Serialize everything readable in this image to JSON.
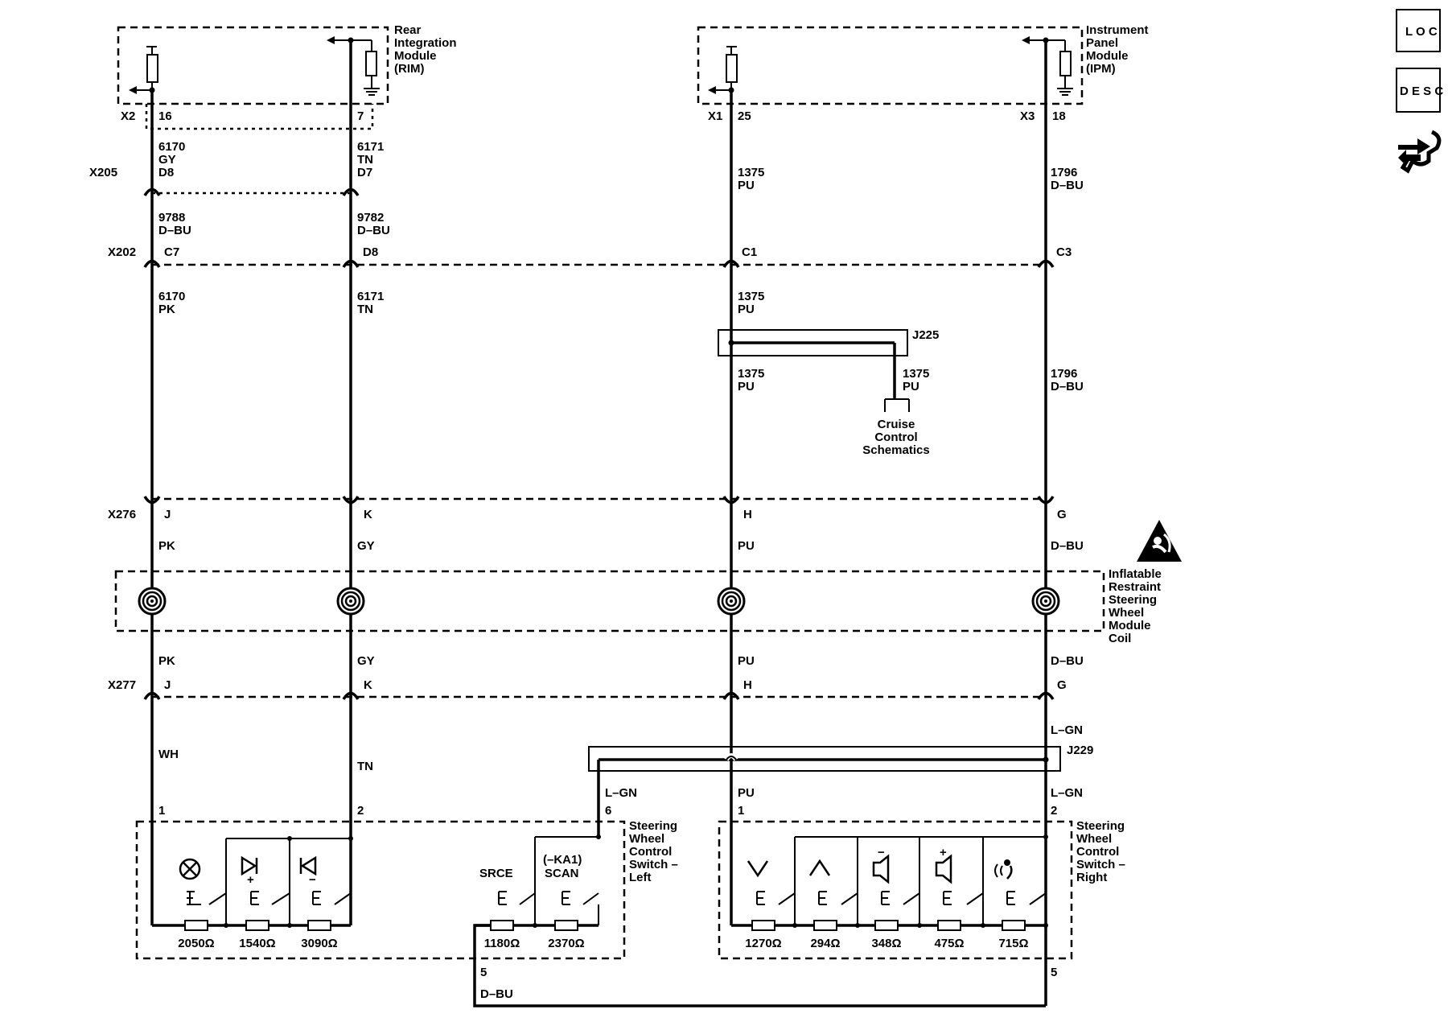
{
  "modules": {
    "rim": [
      "Rear",
      "Integration",
      "Module",
      "(RIM)"
    ],
    "ipm": [
      "Instrument",
      "Panel",
      "Module",
      "(IPM)"
    ],
    "coil": [
      "Inflatable",
      "Restraint",
      "Steering",
      "Wheel",
      "Module",
      "Coil"
    ],
    "sw_left": [
      "Steering",
      "Wheel",
      "Control",
      "Switch –",
      "Left"
    ],
    "sw_right": [
      "Steering",
      "Wheel",
      "Control",
      "Switch –",
      "Right"
    ],
    "cruise": [
      "Cruise",
      "Control",
      "Schematics"
    ]
  },
  "module_pins": {
    "rim_x2": "X2",
    "rim_16": "16",
    "rim_7": "7",
    "ipm_x1": "X1",
    "ipm_25": "25",
    "ipm_x3": "X3",
    "ipm_18": "18"
  },
  "connectors": {
    "x205": "X205",
    "x205_c1": "D8",
    "x205_c2": "D7",
    "x202": "X202",
    "x202_c1": "C7",
    "x202_c2": "D8",
    "x202_c3": "C1",
    "x202_c4": "C3",
    "x276": "X276",
    "x276_c1": "J",
    "x276_c2": "K",
    "x276_c3": "H",
    "x276_c4": "G",
    "x277": "X277",
    "x277_c1": "J",
    "x277_c2": "K",
    "x277_c3": "H",
    "x277_c4": "G"
  },
  "splices": {
    "j225": "J225",
    "j229": "J229"
  },
  "wires": {
    "c1a_n": "6170",
    "c1a_c": "GY",
    "c2a_n": "6171",
    "c2a_c": "TN",
    "c3a_n": "1375",
    "c3a_c": "PU",
    "c4a_n": "1796",
    "c4a_c": "D–BU",
    "c1b_n": "9788",
    "c1b_c": "D–BU",
    "c2b_n": "9782",
    "c2b_c": "D–BU",
    "c1c_n": "6170",
    "c1c_c": "PK",
    "c2c_n": "6171",
    "c2c_c": "TN",
    "c3c_n": "1375",
    "c3c_c": "PU",
    "c3d_n": "1375",
    "c3d_c": "PU",
    "cr_n": "1375",
    "cr_c": "PU",
    "c4d_n": "1796",
    "c4d_c": "D–BU",
    "c1e": "PK",
    "c2e": "GY",
    "c3e": "PU",
    "c4e": "D–BU",
    "c1f": "PK",
    "c2f": "GY",
    "c3f": "PU",
    "c4f": "D–BU",
    "c1g": "WH",
    "c2g": "TN",
    "c4g": "L–GN",
    "lgn": "L–GN",
    "pu": "PU",
    "lgn2": "L–GN",
    "dbu": "D–BU"
  },
  "pins": {
    "l1": "1",
    "l2": "2",
    "l6": "6",
    "l5": "5",
    "r1": "1",
    "r2": "2",
    "r5": "5"
  },
  "switches": {
    "srce": "SRCE",
    "ka1": "(–KA1)",
    "scan": "SCAN"
  },
  "resistors": {
    "r2050": "2050Ω",
    "r1540": "1540Ω",
    "r3090": "3090Ω",
    "r1180": "1180Ω",
    "r2370": "2370Ω",
    "r1270": "1270Ω",
    "r294": "294Ω",
    "r348": "348Ω",
    "r475": "475Ω",
    "r715": "715Ω"
  },
  "icons": {
    "loc": "L O C",
    "desc": "D E S C",
    "sym_plus": "+",
    "sym_minus": "−",
    "sym_vol_minus": "−",
    "sym_vol_plus": "+"
  }
}
